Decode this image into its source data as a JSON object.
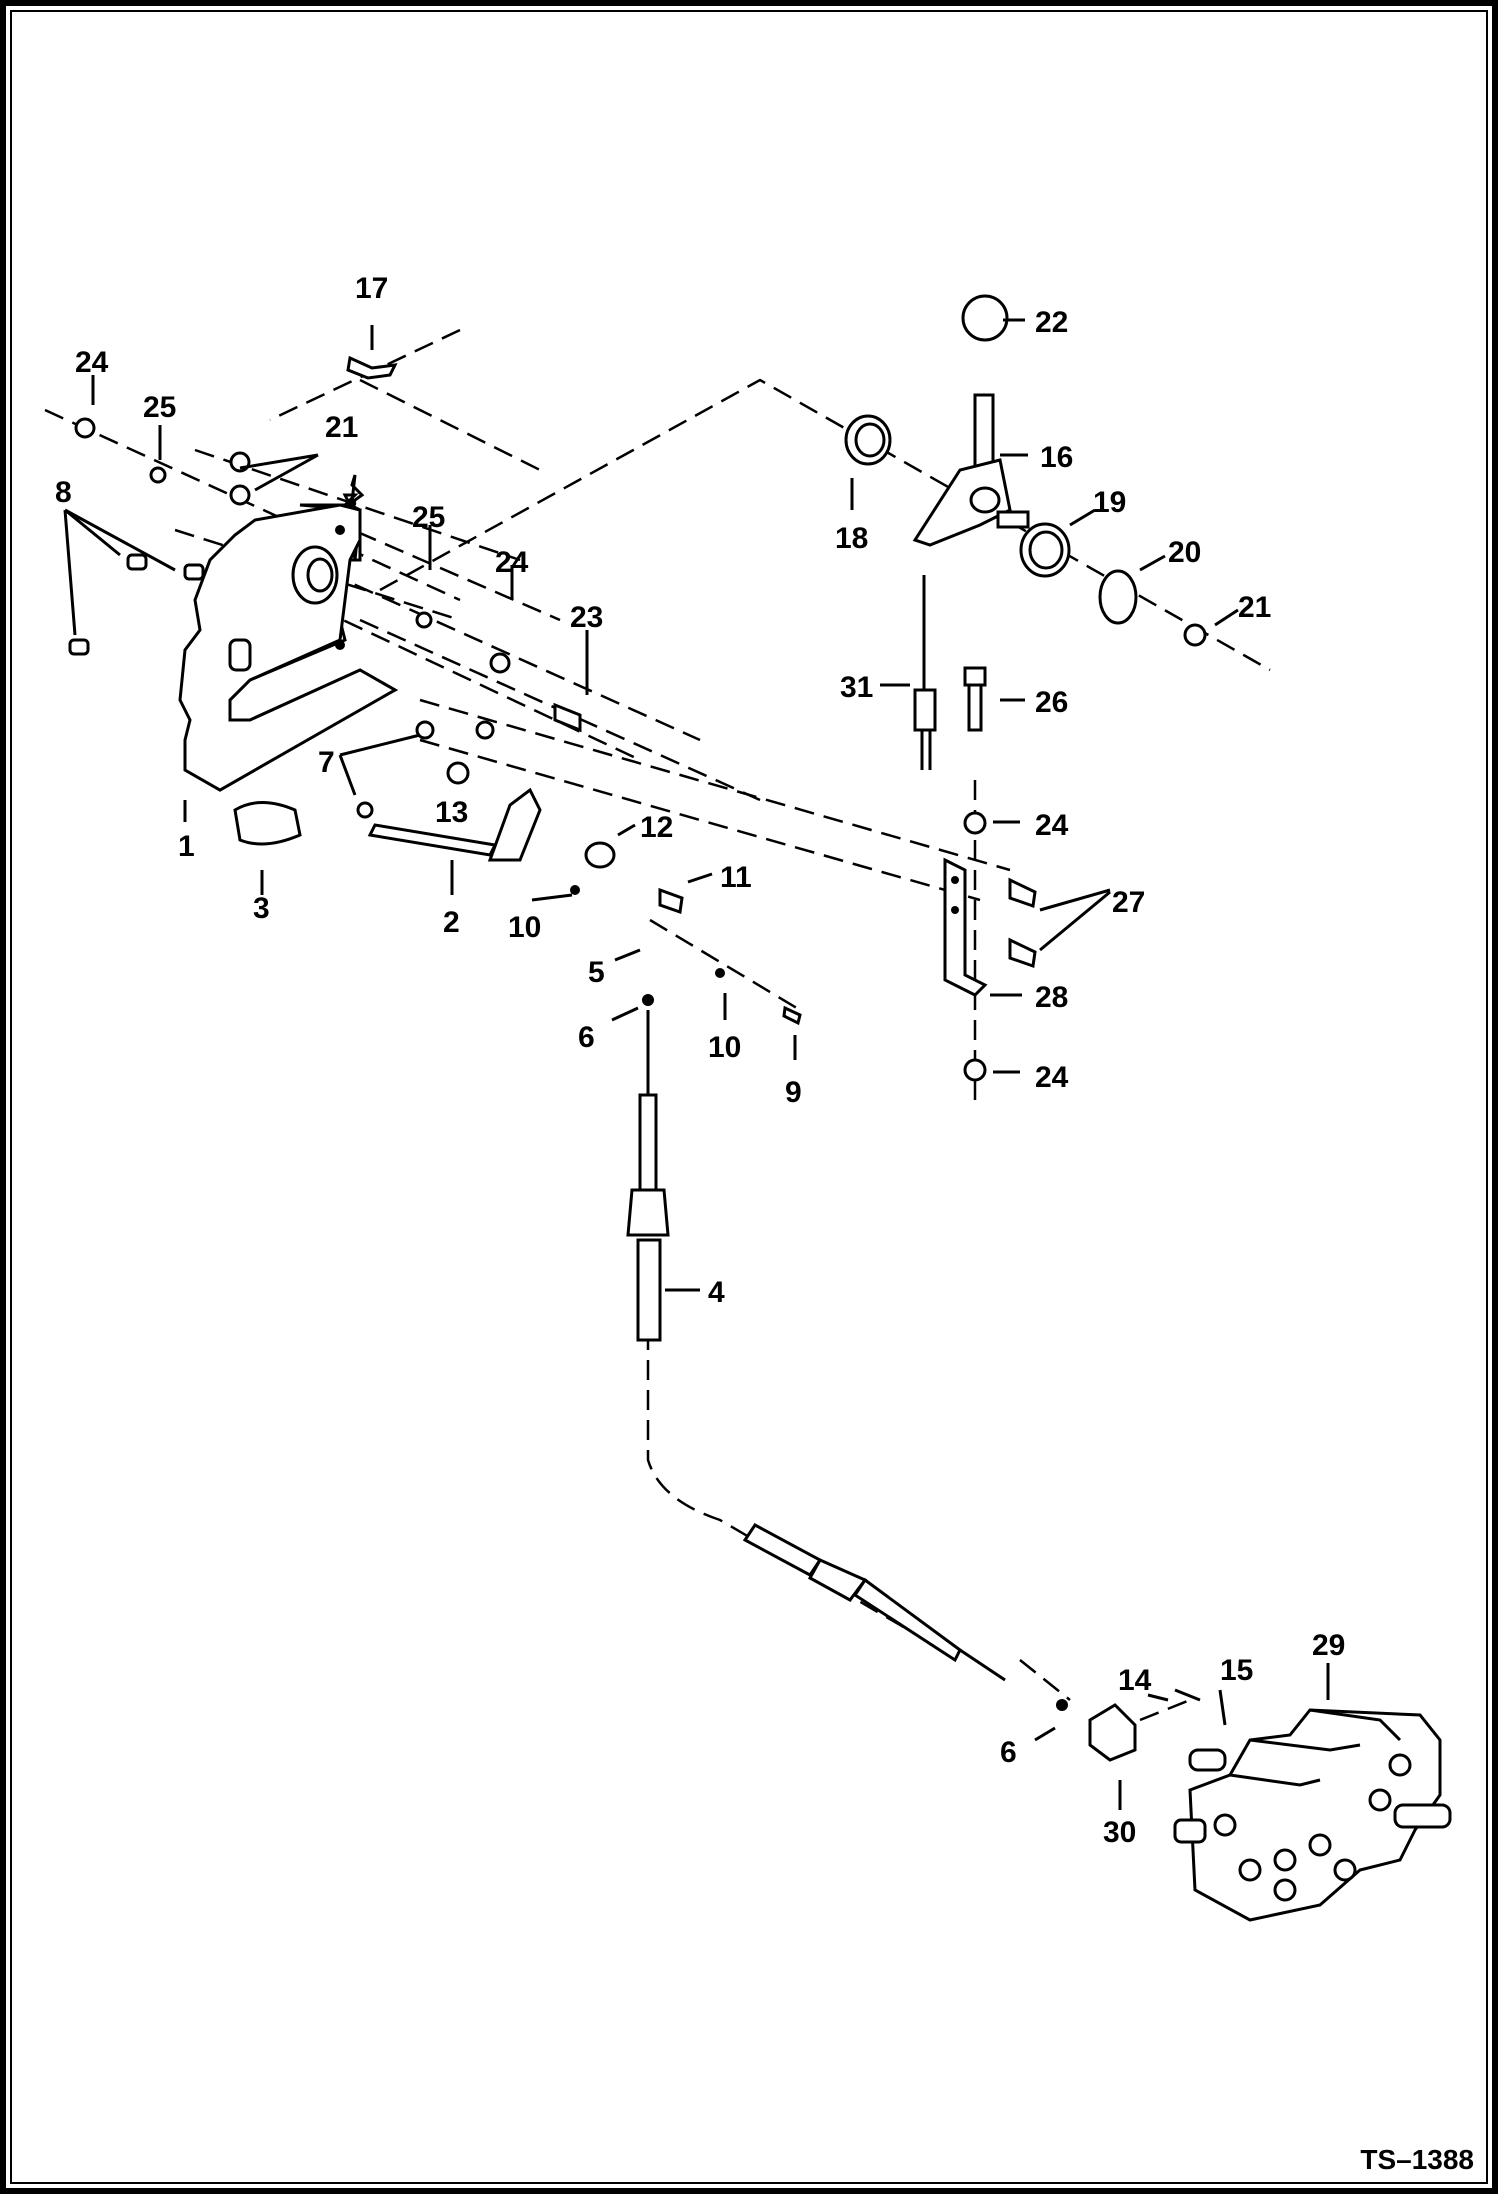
{
  "figure_ref": "TS–1388",
  "callouts": [
    {
      "id": "c1",
      "text": "1"
    },
    {
      "id": "c2",
      "text": "2"
    },
    {
      "id": "c3",
      "text": "3"
    },
    {
      "id": "c4",
      "text": "4"
    },
    {
      "id": "c5",
      "text": "5"
    },
    {
      "id": "c6a",
      "text": "6"
    },
    {
      "id": "c6b",
      "text": "6"
    },
    {
      "id": "c7",
      "text": "7"
    },
    {
      "id": "c8",
      "text": "8"
    },
    {
      "id": "c9",
      "text": "9"
    },
    {
      "id": "c10a",
      "text": "10"
    },
    {
      "id": "c10b",
      "text": "10"
    },
    {
      "id": "c11",
      "text": "11"
    },
    {
      "id": "c12",
      "text": "12"
    },
    {
      "id": "c13",
      "text": "13"
    },
    {
      "id": "c14",
      "text": "14"
    },
    {
      "id": "c15",
      "text": "15"
    },
    {
      "id": "c16",
      "text": "16"
    },
    {
      "id": "c17",
      "text": "17"
    },
    {
      "id": "c18",
      "text": "18"
    },
    {
      "id": "c19",
      "text": "19"
    },
    {
      "id": "c20",
      "text": "20"
    },
    {
      "id": "c21a",
      "text": "21"
    },
    {
      "id": "c21b",
      "text": "21"
    },
    {
      "id": "c22",
      "text": "22"
    },
    {
      "id": "c23",
      "text": "23"
    },
    {
      "id": "c24a",
      "text": "24"
    },
    {
      "id": "c24b",
      "text": "24"
    },
    {
      "id": "c24c",
      "text": "24"
    },
    {
      "id": "c24d",
      "text": "24"
    },
    {
      "id": "c25a",
      "text": "25"
    },
    {
      "id": "c25b",
      "text": "25"
    },
    {
      "id": "c26",
      "text": "26"
    },
    {
      "id": "c27",
      "text": "27"
    },
    {
      "id": "c28",
      "text": "28"
    },
    {
      "id": "c29",
      "text": "29"
    },
    {
      "id": "c30",
      "text": "30"
    },
    {
      "id": "c31",
      "text": "31"
    }
  ]
}
